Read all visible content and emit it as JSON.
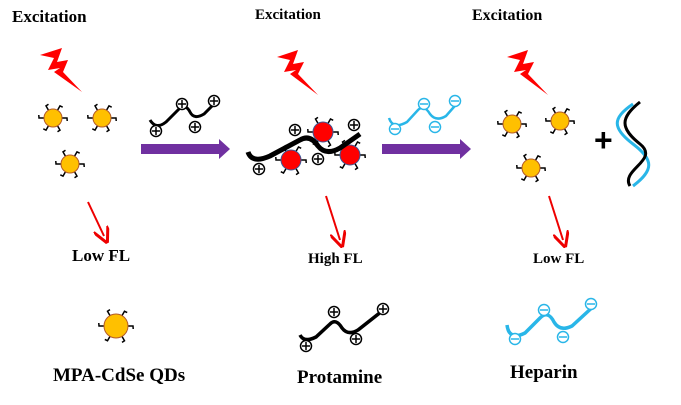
{
  "stages": [
    {
      "excitation": "Excitation",
      "fluorescence": "Low FL"
    },
    {
      "excitation": "Excitation",
      "fluorescence": "High FL"
    },
    {
      "excitation": "Excitation",
      "fluorescence": "Low FL"
    }
  ],
  "legend": {
    "qd": "MPA-CdSe QDs",
    "protamine": "Protamine",
    "heparin": "Heparin"
  },
  "plus_sign": "+",
  "colors": {
    "qd_low": "#FFC000",
    "qd_high": "#FF0000",
    "protamine": "#000000",
    "heparin": "#29B6E8",
    "arrow": "#7030A0",
    "lightning": "#FF0000"
  }
}
